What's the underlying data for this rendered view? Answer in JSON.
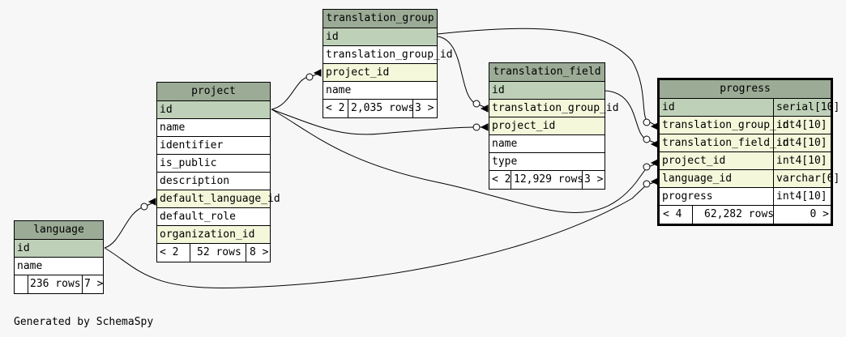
{
  "footer": "Generated by SchemaSpy",
  "tables": {
    "translation_group": {
      "name": "translation_group",
      "columns": [
        {
          "name": "id",
          "kind": "pk"
        },
        {
          "name": "translation_group_id",
          "kind": "plain"
        },
        {
          "name": "project_id",
          "kind": "fk"
        },
        {
          "name": "name",
          "kind": "plain"
        }
      ],
      "footer": {
        "parents": "< 2",
        "rows": "2,035 rows",
        "children": "3 >"
      }
    },
    "translation_field": {
      "name": "translation_field",
      "columns": [
        {
          "name": "id",
          "kind": "pk"
        },
        {
          "name": "translation_group_id",
          "kind": "fk"
        },
        {
          "name": "project_id",
          "kind": "fk"
        },
        {
          "name": "name",
          "kind": "plain"
        },
        {
          "name": "type",
          "kind": "plain"
        }
      ],
      "footer": {
        "parents": "< 2",
        "rows": "12,929 rows",
        "children": "3 >"
      }
    },
    "project": {
      "name": "project",
      "columns": [
        {
          "name": "id",
          "kind": "pk"
        },
        {
          "name": "name",
          "kind": "plain"
        },
        {
          "name": "identifier",
          "kind": "plain"
        },
        {
          "name": "is_public",
          "kind": "plain"
        },
        {
          "name": "description",
          "kind": "plain"
        },
        {
          "name": "default_language_id",
          "kind": "fk"
        },
        {
          "name": "default_role",
          "kind": "plain"
        },
        {
          "name": "organization_id",
          "kind": "fk"
        }
      ],
      "footer": {
        "parents": "< 2",
        "rows": "52 rows",
        "children": "8 >"
      }
    },
    "language": {
      "name": "language",
      "columns": [
        {
          "name": "id",
          "kind": "pk"
        },
        {
          "name": "name",
          "kind": "plain"
        }
      ],
      "footer": {
        "parents": "",
        "rows": "236 rows",
        "children": "7 >"
      }
    },
    "progress": {
      "name": "progress",
      "columns": [
        {
          "name": "id",
          "type": "serial[10]",
          "kind": "pk"
        },
        {
          "name": "translation_group_id",
          "type": "int4[10]",
          "kind": "fk"
        },
        {
          "name": "translation_field_id",
          "type": "int4[10]",
          "kind": "fk"
        },
        {
          "name": "project_id",
          "type": "int4[10]",
          "kind": "fk"
        },
        {
          "name": "language_id",
          "type": "varchar[6]",
          "kind": "fk"
        },
        {
          "name": "progress",
          "type": "int4[10]",
          "kind": "plain"
        }
      ],
      "footer": {
        "parents": "< 4",
        "rows": "62,282 rows",
        "children": "0 >"
      }
    }
  },
  "relationships": [
    {
      "from": "translation_group.project_id",
      "to": "project.id"
    },
    {
      "from": "translation_field.translation_group_id",
      "to": "translation_group.id"
    },
    {
      "from": "translation_field.project_id",
      "to": "project.id"
    },
    {
      "from": "project.default_language_id",
      "to": "language.id"
    },
    {
      "from": "progress.translation_group_id",
      "to": "translation_group.id"
    },
    {
      "from": "progress.translation_field_id",
      "to": "translation_field.id"
    },
    {
      "from": "progress.project_id",
      "to": "project.id"
    },
    {
      "from": "progress.language_id",
      "to": "language.id"
    }
  ]
}
